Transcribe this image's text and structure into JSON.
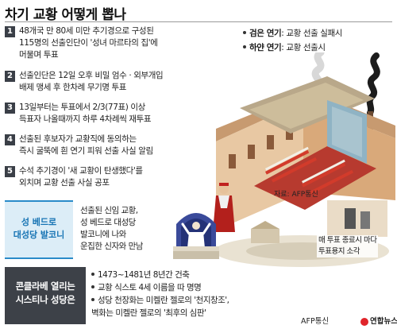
{
  "title": "차기 교황 어떻게 뽑나",
  "steps": [
    {
      "num": "1",
      "text": "48개국 만 80세 미만 추기경으로 구성된\n115명의 선출인단이 '성녀 마르타의 집'에\n머물며 투표"
    },
    {
      "num": "2",
      "text": "선출인단은 12일 오후 비밀 엄수 · 외부개입\n배제 맹세 후 한차례 무기명 투표"
    },
    {
      "num": "3",
      "text": "13일부터는 투표에서 2/3(77표) 이상\n득표자 나올때까지 하루 4차례씩 재투표"
    },
    {
      "num": "4",
      "text": "선출된 후보자가 교황직에 동의하는\n즉시 굴뚝에 흰 연기 피워 선출 사실 알림"
    },
    {
      "num": "5",
      "text": "수석 추기경이 '새 교황이 탄생했다'를\n외치며 교황 선출 사실 공포"
    }
  ],
  "legend": {
    "black": {
      "label": "검은 연기",
      "desc": ": 교황 선출 실패시"
    },
    "white": {
      "label": "하얀 연기",
      "desc": ": 교황 선출시"
    }
  },
  "illustration": {
    "stove_caption": "매 투표 종료시 마다\n투표용지 소각",
    "source": "자료: AFP통신"
  },
  "balcony": {
    "title": "성 베드로\n대성당 발코니",
    "text": "선출된 신임 교황,\n성 베드로 대성당\n발코니에 나와\n운집한 신자와 만남"
  },
  "chapel": {
    "title": "콘클라베 열리는\n시스티나 성당은",
    "facts": [
      "1473~1481년 8년간 건축",
      "교황 식스토 4세 이름을 따 명명",
      "성당 천장화는 미켈란 젤로의 '천지창조',\n벽화는 미켈란 젤로의 '최후의 심판'"
    ]
  },
  "footer": {
    "source": "AFP통신",
    "agency": "연합뉴스"
  },
  "colors": {
    "accent_blue": "#2a8bc9",
    "panel_dark": "#3d4148",
    "balcony_bg": "#dcedf7"
  }
}
